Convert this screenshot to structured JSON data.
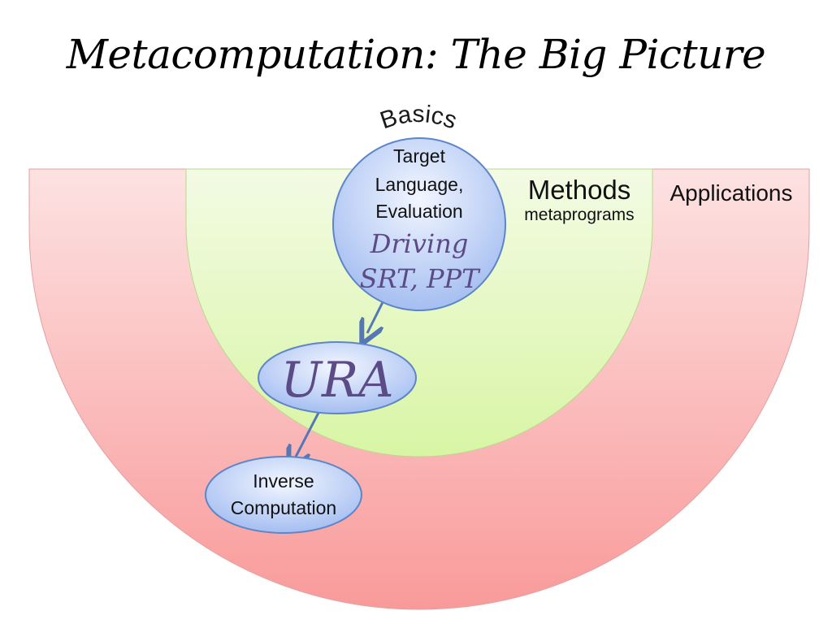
{
  "slide": {
    "title": "Metacomputation: The Big Picture"
  },
  "diagram": {
    "outer_region": {
      "label": "Applications"
    },
    "inner_region": {
      "label": "Methods",
      "sublabel": "metaprograms"
    },
    "top_label": "Basics",
    "basics_circle": {
      "lines": [
        "Target",
        "Language,",
        "Evaluation"
      ],
      "emphasis_lines": [
        "Driving",
        "SRT, PPT"
      ]
    },
    "ura": {
      "label": "URA"
    },
    "inverse": {
      "lines": [
        "Inverse",
        "Computation"
      ]
    },
    "colors": {
      "applications_fill": "#f9a7a7",
      "methods_fill": "#dff5b8",
      "node_fill": "#b9cdf5",
      "node_stroke": "#5d85c7",
      "arrow": "#5577b5",
      "emphasis_text": "#5b4b86"
    }
  }
}
